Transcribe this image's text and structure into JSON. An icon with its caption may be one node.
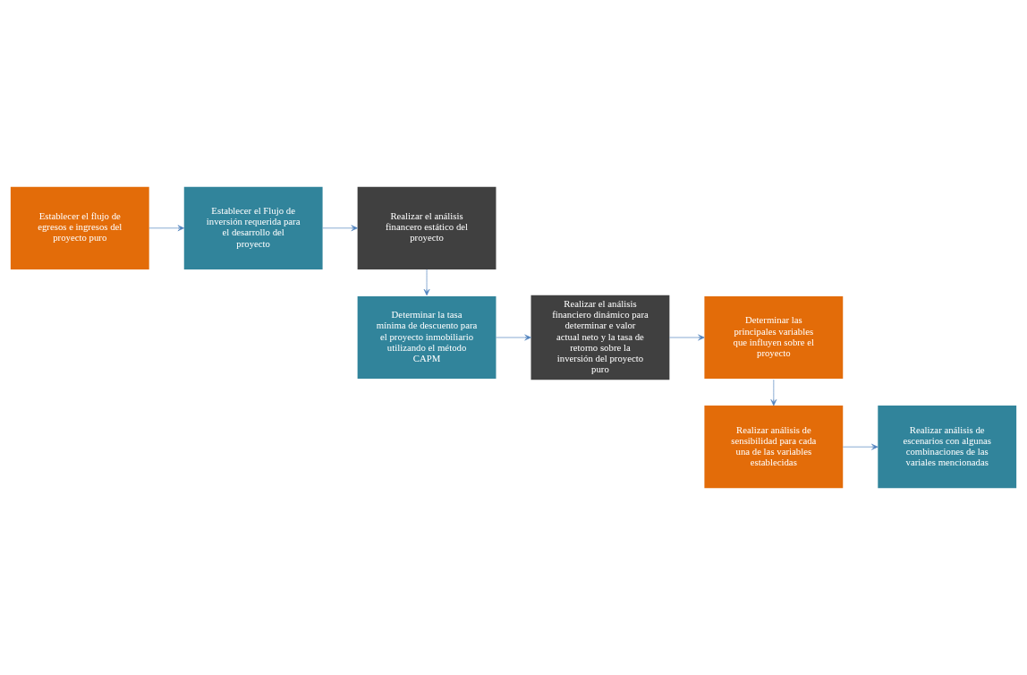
{
  "diagram": {
    "nodes": [
      {
        "text": [
          "Establecer el flujo de egresos e ingresos del proyecto puro"
        ]
      },
      {
        "text": [
          "Establecer el Flujo de inversión requerida para el desarrollo del proyecto"
        ]
      },
      {
        "text": [
          "Realizar el análisis financero estático del proyecto"
        ]
      },
      {
        "text": [
          "Determinar la tasa mínima de descuento para el proyecto inmobiliario utilizando el método CAPM"
        ]
      },
      {
        "text": [
          "Realizar el análisis financiero dinámico para determinar e valor actual neto y la tasa de retorno sobre la inversión del proyecto puro"
        ]
      },
      {
        "text": [
          "Determinar las principales variables que influyen sobre el proyecto"
        ]
      },
      {
        "text": [
          "Realizar análisis de sensibilidad para cada una de las variables establecidas"
        ]
      },
      {
        "text": [
          "Realizar análisis de escenarios con algunas combinaciones de las variales mencionadas"
        ]
      }
    ],
    "edges": [
      {
        "from": 0,
        "to": 1,
        "arrow": "to"
      },
      {
        "from": 1,
        "to": 2,
        "arrow": "to"
      },
      {
        "from": 2,
        "to": 3,
        "arrow": "to"
      },
      {
        "from": 3,
        "to": 4,
        "arrow": "to"
      },
      {
        "from": 4,
        "to": 5,
        "arrow": "to"
      },
      {
        "from": 5,
        "to": 6,
        "arrow": "to"
      },
      {
        "from": 6,
        "to": 7,
        "arrow": "to"
      }
    ]
  }
}
